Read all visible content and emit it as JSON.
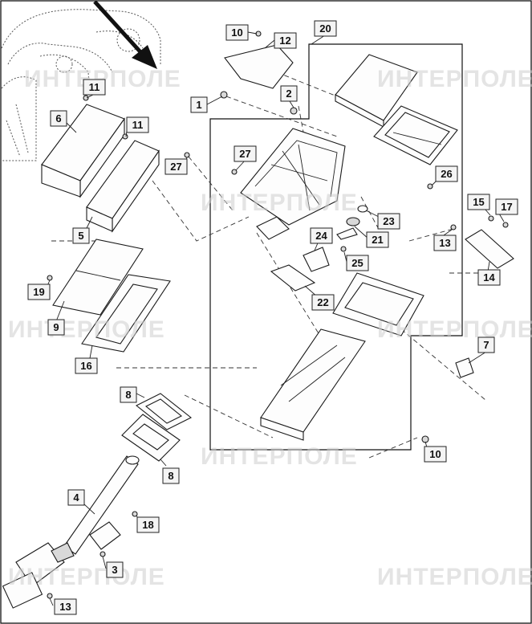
{
  "watermark": {
    "text": "ИНТЕРПОЛЕ"
  },
  "callouts": [
    {
      "id": "c-10a",
      "label": "10"
    },
    {
      "id": "c-12",
      "label": "12"
    },
    {
      "id": "c-20",
      "label": "20"
    },
    {
      "id": "c-11a",
      "label": "11"
    },
    {
      "id": "c-6",
      "label": "6"
    },
    {
      "id": "c-11b",
      "label": "11"
    },
    {
      "id": "c-1",
      "label": "1"
    },
    {
      "id": "c-2",
      "label": "2"
    },
    {
      "id": "c-27a",
      "label": "27"
    },
    {
      "id": "c-27b",
      "label": "27"
    },
    {
      "id": "c-26",
      "label": "26"
    },
    {
      "id": "c-5",
      "label": "5"
    },
    {
      "id": "c-23",
      "label": "23"
    },
    {
      "id": "c-15",
      "label": "15"
    },
    {
      "id": "c-17",
      "label": "17"
    },
    {
      "id": "c-24",
      "label": "24"
    },
    {
      "id": "c-21",
      "label": "21"
    },
    {
      "id": "c-13a",
      "label": "13"
    },
    {
      "id": "c-25",
      "label": "25"
    },
    {
      "id": "c-14",
      "label": "14"
    },
    {
      "id": "c-19",
      "label": "19"
    },
    {
      "id": "c-22",
      "label": "22"
    },
    {
      "id": "c-9",
      "label": "9"
    },
    {
      "id": "c-7",
      "label": "7"
    },
    {
      "id": "c-16",
      "label": "16"
    },
    {
      "id": "c-8a",
      "label": "8"
    },
    {
      "id": "c-8b",
      "label": "8"
    },
    {
      "id": "c-10b",
      "label": "10"
    },
    {
      "id": "c-4",
      "label": "4"
    },
    {
      "id": "c-18",
      "label": "18"
    },
    {
      "id": "c-3",
      "label": "3"
    },
    {
      "id": "c-13b",
      "label": "13"
    }
  ]
}
